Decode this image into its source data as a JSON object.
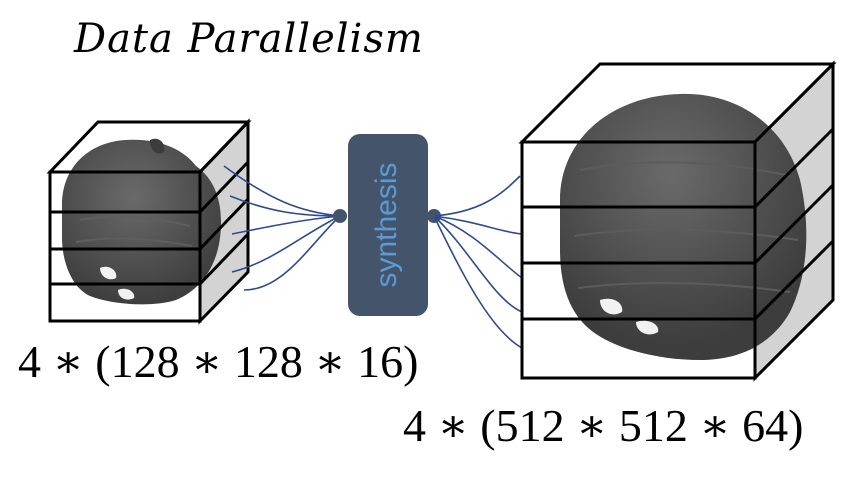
{
  "title": "Data Parallelism",
  "synthesis_label": "synthesis",
  "small_volume": {
    "label": "4 ∗ (128 ∗ 128 ∗ 16)",
    "slice_count": 4
  },
  "large_volume": {
    "label": "4 ∗ (512 ∗ 512 ∗ 64)",
    "slice_count": 4
  },
  "colors": {
    "skull": "#4e4e4e",
    "side_face": "#d3d3d3",
    "synthesis_box": "#44546a",
    "synthesis_text": "#5b9bd5",
    "connector": "#2f4b8c",
    "outline": "#000000"
  }
}
